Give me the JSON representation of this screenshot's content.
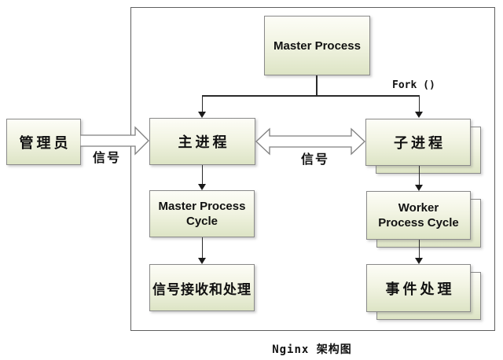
{
  "diagram": {
    "caption": "Nginx 架构图",
    "nodes": {
      "admin": {
        "label": "管理员"
      },
      "master_process": {
        "label": "Master Process"
      },
      "main_process": {
        "label": "主进程"
      },
      "child_process": {
        "label": "子进程"
      },
      "master_cycle": {
        "label": "Master Process Cycle"
      },
      "worker_cycle": {
        "label": "Worker Process Cycle"
      },
      "signal_handler": {
        "label": "信号接收和处理"
      },
      "event_handler": {
        "label": "事件处理"
      }
    },
    "edge_labels": {
      "fork": "Fork ()",
      "signal_admin": "信号",
      "signal_between": "信号"
    },
    "colors": {
      "node_fill_top": "#fdfdf7",
      "node_fill_bottom": "#dde4c5",
      "node_border": "#8a8a8a",
      "frame_border": "#5f5f5f",
      "arrow_line": "#2a2a2a",
      "hollow_arrow_fill": "#ffffff",
      "hollow_arrow_stroke": "#7f7f7f",
      "text": "#111111",
      "background": "#ffffff"
    }
  }
}
